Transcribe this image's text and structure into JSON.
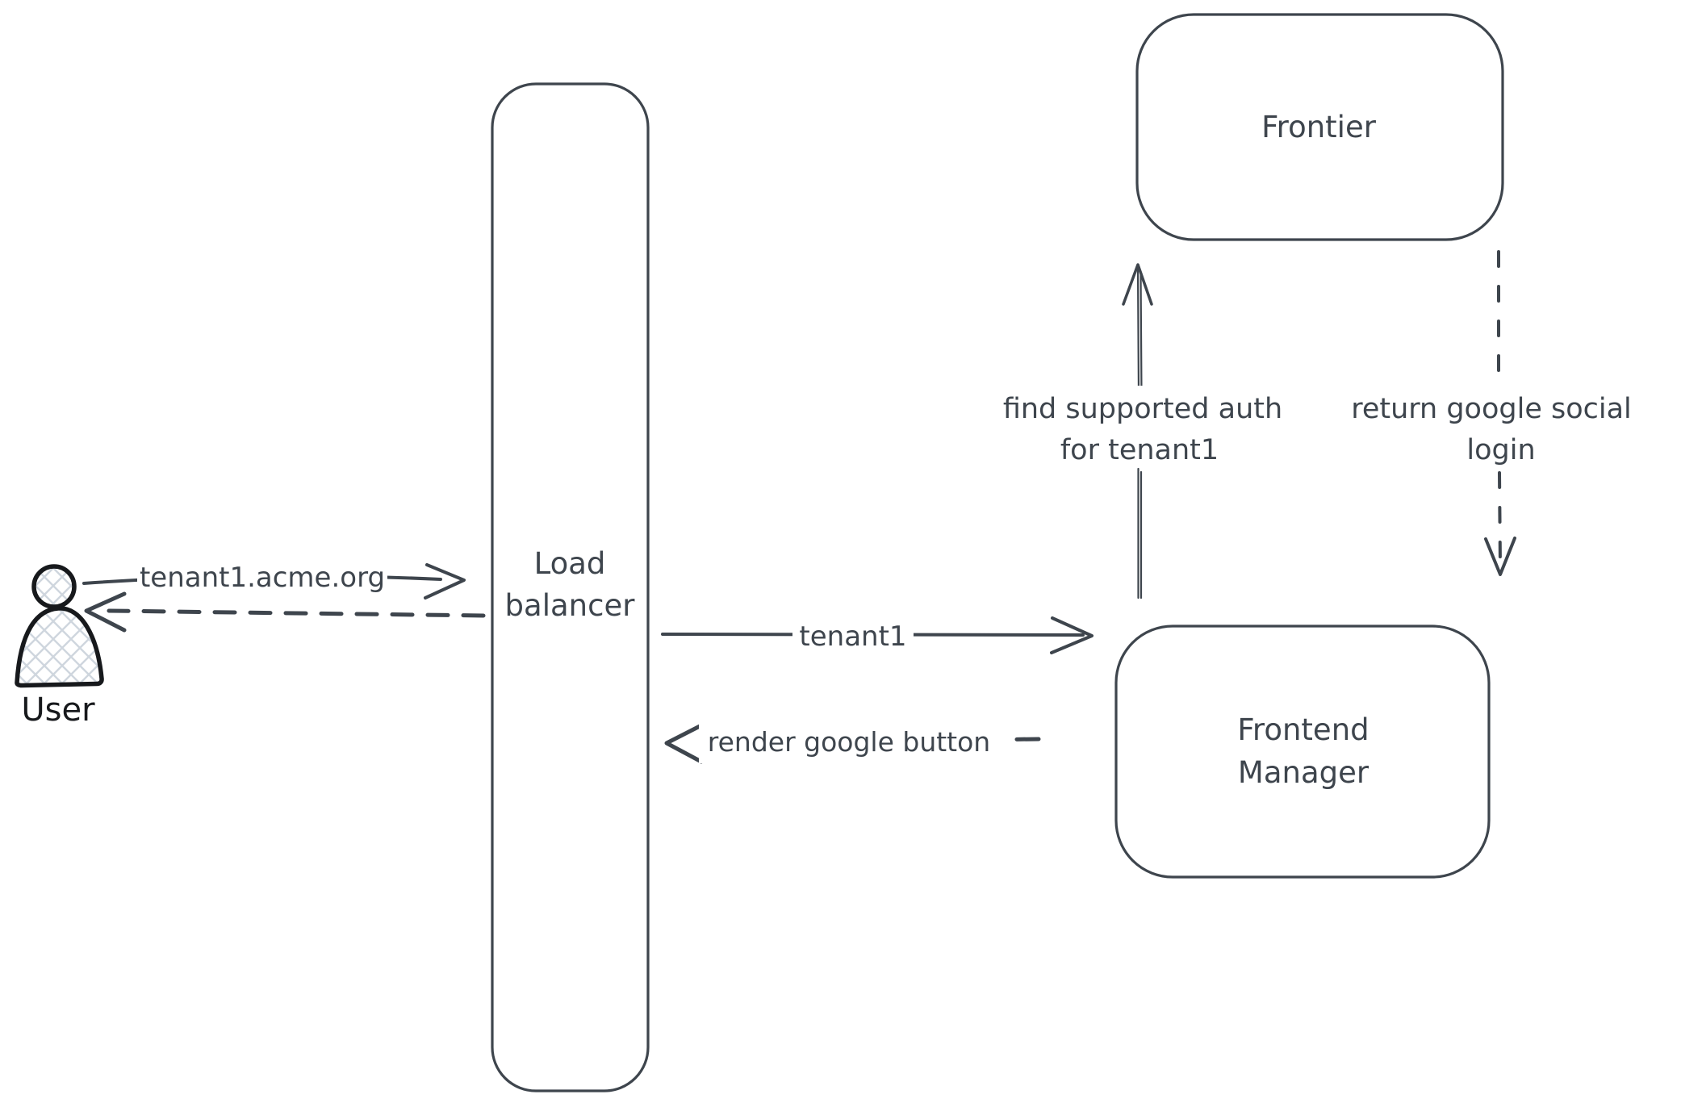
{
  "diagram": {
    "title": "",
    "colors": {
      "stroke": "#3e454d",
      "actor_stroke": "#17191c",
      "actor_hatch_fill": "#cfd6de",
      "background": "#ffffff"
    },
    "nodes": {
      "user": {
        "label": "User",
        "icon": "user-icon",
        "shape": "person"
      },
      "load_balancer": {
        "label_line1": "Load",
        "label_line2": "balancer",
        "shape": "rounded-rect"
      },
      "frontier": {
        "label": "Frontier",
        "shape": "rounded-rect"
      },
      "frontend_manager": {
        "label_line1": "Frontend",
        "label_line2": "Manager",
        "shape": "rounded-rect"
      }
    },
    "edges": {
      "user_to_load_balancer": {
        "label": "tenant1.acme.org",
        "style": "solid",
        "direction": "right"
      },
      "load_balancer_to_user": {
        "label": "",
        "style": "dashed",
        "direction": "left"
      },
      "load_balancer_to_frontend_manager": {
        "label": "tenant1",
        "style": "solid",
        "direction": "right"
      },
      "frontend_manager_to_load_balancer": {
        "label": "render google button",
        "style": "dashed",
        "direction": "left"
      },
      "frontend_manager_to_frontier": {
        "label_line1": "find supported auth",
        "label_line2": "for tenant1",
        "style": "solid",
        "direction": "up"
      },
      "frontier_to_frontend_manager": {
        "label_line1": "return google social",
        "label_line2": "login",
        "style": "dashed",
        "direction": "down"
      }
    }
  }
}
